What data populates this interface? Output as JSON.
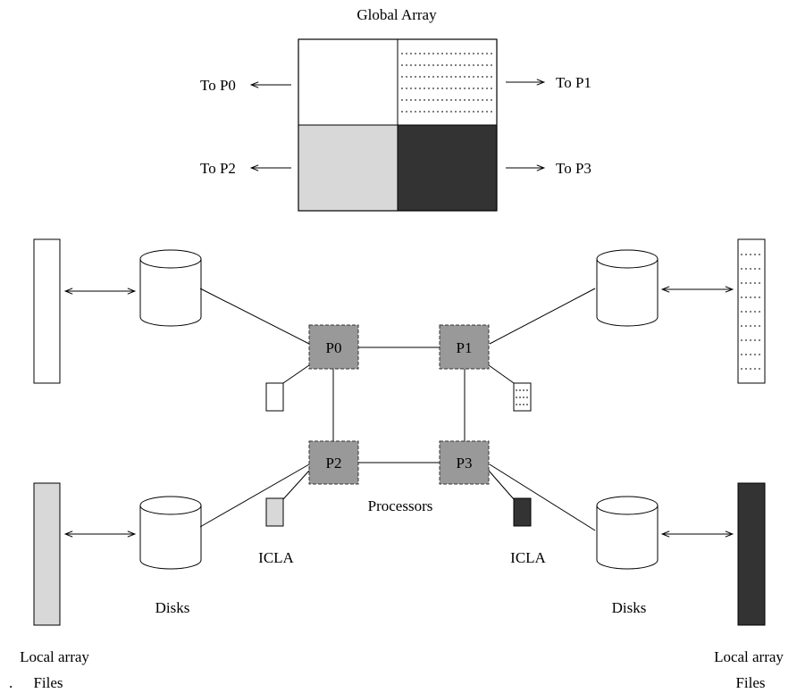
{
  "title": "Global Array",
  "global_array": {
    "quadrants": [
      {
        "id": "p0",
        "fill": "white",
        "arrow_label": "To P0"
      },
      {
        "id": "p1",
        "fill": "dotted",
        "arrow_label": "To P1"
      },
      {
        "id": "p2",
        "fill": "light-gray",
        "arrow_label": "To P2"
      },
      {
        "id": "p3",
        "fill": "dark",
        "arrow_label": "To P3"
      }
    ]
  },
  "processors": {
    "label": "Processors",
    "nodes": [
      "P0",
      "P1",
      "P2",
      "P3"
    ]
  },
  "icla_labels": [
    "ICLA",
    "ICLA"
  ],
  "disks_labels": [
    "Disks",
    "Disks"
  ],
  "local_files_labels": {
    "left": {
      "line1": "Local array",
      "line2": "Files"
    },
    "right": {
      "line1": "Local array",
      "line2": "Files"
    }
  },
  "stray_mark": ".",
  "colors": {
    "processor_fill": "#999999",
    "light_gray": "#d8d8d8",
    "dark": "#333333",
    "line": "#000000"
  }
}
